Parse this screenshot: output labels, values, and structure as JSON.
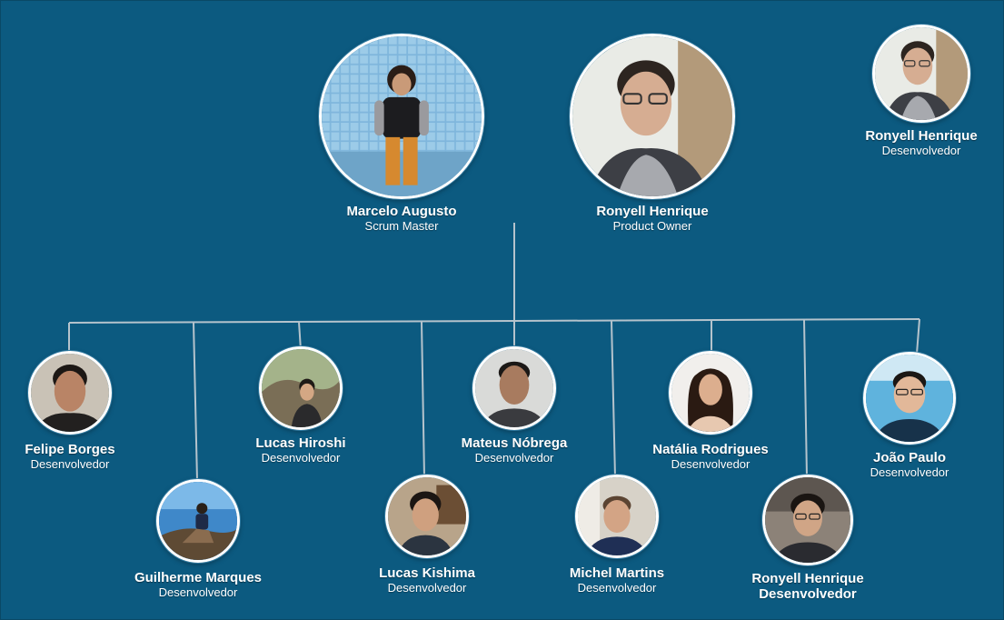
{
  "colors": {
    "background": "#0c5a80",
    "connector": "#b5c3cc",
    "photo_border": "#ffffff"
  },
  "chart": {
    "leaders": [
      {
        "name": "Marcelo Augusto",
        "role": "Scrum Master",
        "photo": "person-photo"
      },
      {
        "name": "Ronyell Henrique",
        "role": "Product Owner",
        "photo": "person-photo"
      }
    ],
    "corner_member": {
      "name": "Ronyell Henrique",
      "role": "Desenvolvedor",
      "photo": "person-photo"
    },
    "team": [
      {
        "name": "Felipe Borges",
        "role": "Desenvolvedor"
      },
      {
        "name": "Guilherme Marques",
        "role": "Desenvolvedor"
      },
      {
        "name": "Lucas Hiroshi",
        "role": "Desenvolvedor"
      },
      {
        "name": "Lucas Kishima",
        "role": "Desenvolvedor"
      },
      {
        "name": "Mateus Nóbrega",
        "role": "Desenvolvedor"
      },
      {
        "name": "Michel Martins",
        "role": "Desenvolvedor"
      },
      {
        "name": "Natália Rodrigues",
        "role": "Desenvolvedor"
      },
      {
        "name": "Ronyell Henrique",
        "role": "Desenvolvedor"
      },
      {
        "name": "João Paulo",
        "role": "Desenvolvedor"
      }
    ]
  }
}
